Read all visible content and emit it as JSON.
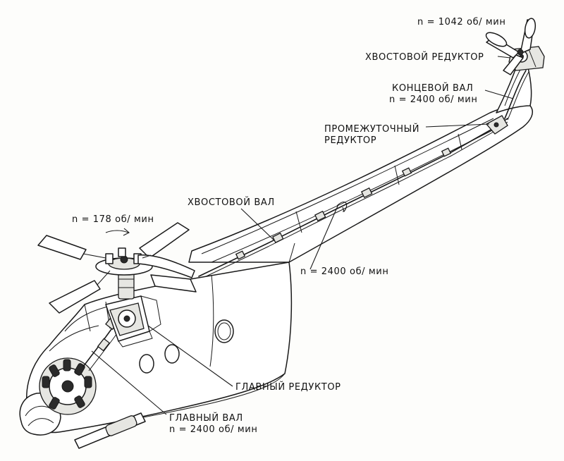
{
  "labels": {
    "tail_rotor_speed": "n = 1042 об/ мин",
    "tail_gearbox": "ХВОСТОВОЙ РЕДУКТОР",
    "end_shaft": "КОНЦЕВОЙ ВАЛ",
    "end_shaft_speed": "n = 2400 об/ мин",
    "intermediate_gearbox_line1": "ПРОМЕЖУТОЧНЫЙ",
    "intermediate_gearbox_line2": "РЕДУКТОР",
    "tail_shaft": "ХВОСТОВОЙ ВАЛ",
    "main_rotor_speed": "n = 178 об/ мин",
    "tail_shaft_speed": "n = 2400 об/ мин",
    "main_gearbox": "ГЛАВНЫЙ РЕДУКТОР",
    "main_shaft": "ГЛАВНЫЙ ВАЛ",
    "main_shaft_speed": "n = 2400 об/ мин"
  },
  "colors": {
    "ink": "#1a1a1a",
    "paper": "#fdfdfb"
  }
}
